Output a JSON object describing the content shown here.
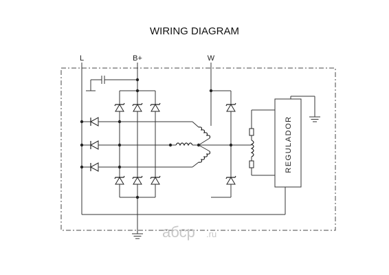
{
  "diagram": {
    "title": "WIRING DIAGRAM",
    "terminals": {
      "l": "L",
      "b_plus": "B+",
      "w": "W"
    },
    "regulator_label": "REGULADOR"
  },
  "watermark": {
    "text": "абср",
    "suffix": ".ru",
    "color": "#c8c8c8"
  },
  "colors": {
    "line": "#333333",
    "background": "#ffffff"
  }
}
